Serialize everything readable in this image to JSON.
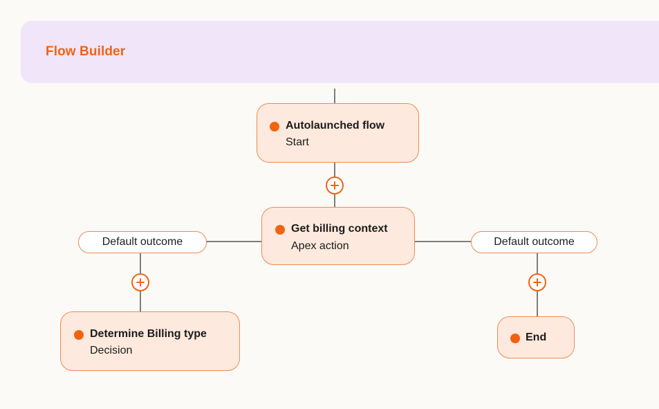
{
  "header": {
    "title": "Flow Builder"
  },
  "nodes": {
    "start": {
      "title": "Autolaunched flow",
      "subtitle": "Start"
    },
    "action": {
      "title": "Get billing context",
      "subtitle": "Apex action"
    },
    "decision": {
      "title": "Determine Billing type",
      "subtitle": "Decision"
    },
    "end": {
      "title": "End"
    }
  },
  "outcomes": {
    "left": "Default outcome",
    "right": "Default outcome"
  },
  "icons": {
    "add": "add-element-icon",
    "node_marker": "status-dot-icon"
  },
  "colors": {
    "accent": "#f26311",
    "node_fill": "#fde9dd",
    "node_border": "#ee8a52",
    "header_bg": "#f1e5fa",
    "connector": "#7d7d7d"
  }
}
